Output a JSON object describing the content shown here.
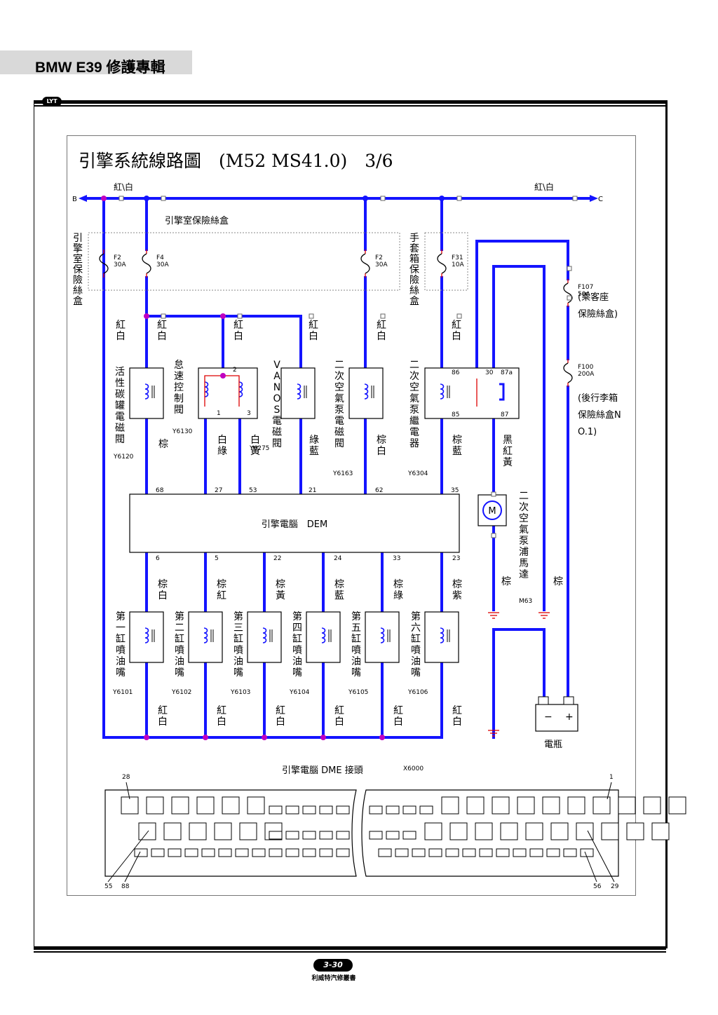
{
  "header": {
    "title": "BMW E39 修護專輯",
    "logo": "LYT"
  },
  "diagram": {
    "title": "引擎系統線路圖　(M52 MS41.0)　3/6",
    "bus": {
      "label_left": "紅\\白",
      "label_right": "紅\\白",
      "end_left": "B",
      "end_right": "C"
    },
    "fuse_box_engine": "引擎室保險絲盒",
    "fuse_box_engine_v": "引擎室保險絲盒",
    "fuse_box_glove_v": "手套箱保險絲盒",
    "fuses": [
      {
        "name": "F2",
        "rating": "30A"
      },
      {
        "name": "F4",
        "rating": "30A"
      },
      {
        "name": "F2",
        "rating": "30A"
      },
      {
        "name": "F31",
        "rating": "10A"
      },
      {
        "name": "F107",
        "rating": "50A"
      },
      {
        "name": "F100",
        "rating": "200A"
      }
    ],
    "passenger_fuse": "(乘客座保險絲盒)",
    "trunk_fuse": "(後行李箱保險絲盒NO.1)",
    "wire_labels_upper": [
      "紅白",
      "紅白",
      "紅白",
      "紅白",
      "紅白",
      "紅白"
    ],
    "components": [
      {
        "name": "活性碳罐電磁閥",
        "code": "Y6120"
      },
      {
        "name": "怠速控制閥",
        "code": "Y6130"
      },
      {
        "name": "VANOS電磁閥",
        "code": "Y6275"
      },
      {
        "name": "二次空氣泵電磁閥",
        "code": "Y6163"
      },
      {
        "name": "二次空氣泵繼電器",
        "code": "Y6304"
      }
    ],
    "relay_pins": [
      "86",
      "30",
      "87a",
      "85",
      "87"
    ],
    "idle_pins": [
      "2",
      "1",
      "3"
    ],
    "mid_wires": [
      "棕",
      "白綠",
      "白黃",
      "綠藍",
      "棕白",
      "棕藍",
      "黑紅黃"
    ],
    "ecu": {
      "label": "引擎電腦　DEM",
      "pins_top": [
        "68",
        "27",
        "53",
        "21",
        "62",
        "35"
      ],
      "pins_bottom": [
        "6",
        "5",
        "22",
        "24",
        "33",
        "23"
      ]
    },
    "motor": {
      "label": "二次空氣泵浦馬達",
      "code": "M63",
      "symbol": "M"
    },
    "lower_wires": [
      "棕白",
      "棕紅",
      "棕黃",
      "棕藍",
      "棕綠",
      "棕紫"
    ],
    "ground_wires": [
      "棕",
      "棕"
    ],
    "injectors": [
      {
        "name": "第一缸噴油嘴",
        "code": "Y6101"
      },
      {
        "name": "第二缸噴油嘴",
        "code": "Y6102"
      },
      {
        "name": "第三缸噴油嘴",
        "code": "Y6103"
      },
      {
        "name": "第四缸噴油嘴",
        "code": "Y6104"
      },
      {
        "name": "第五缸噴油嘴",
        "code": "Y6105"
      },
      {
        "name": "第六缸噴油嘴",
        "code": "Y6106"
      }
    ],
    "bottom_wires": [
      "紅白",
      "紅白",
      "紅白",
      "紅白",
      "紅白",
      "紅白"
    ],
    "battery": {
      "label": "電瓶",
      "minus": "−",
      "plus": "+"
    },
    "connector": {
      "label": "引擎電腦 DME 接頭",
      "code": "X6000",
      "pins": [
        "28",
        "1",
        "55",
        "88",
        "56",
        "29"
      ]
    }
  },
  "footer": {
    "page": "3-30",
    "publisher": "利威特汽修叢書"
  }
}
